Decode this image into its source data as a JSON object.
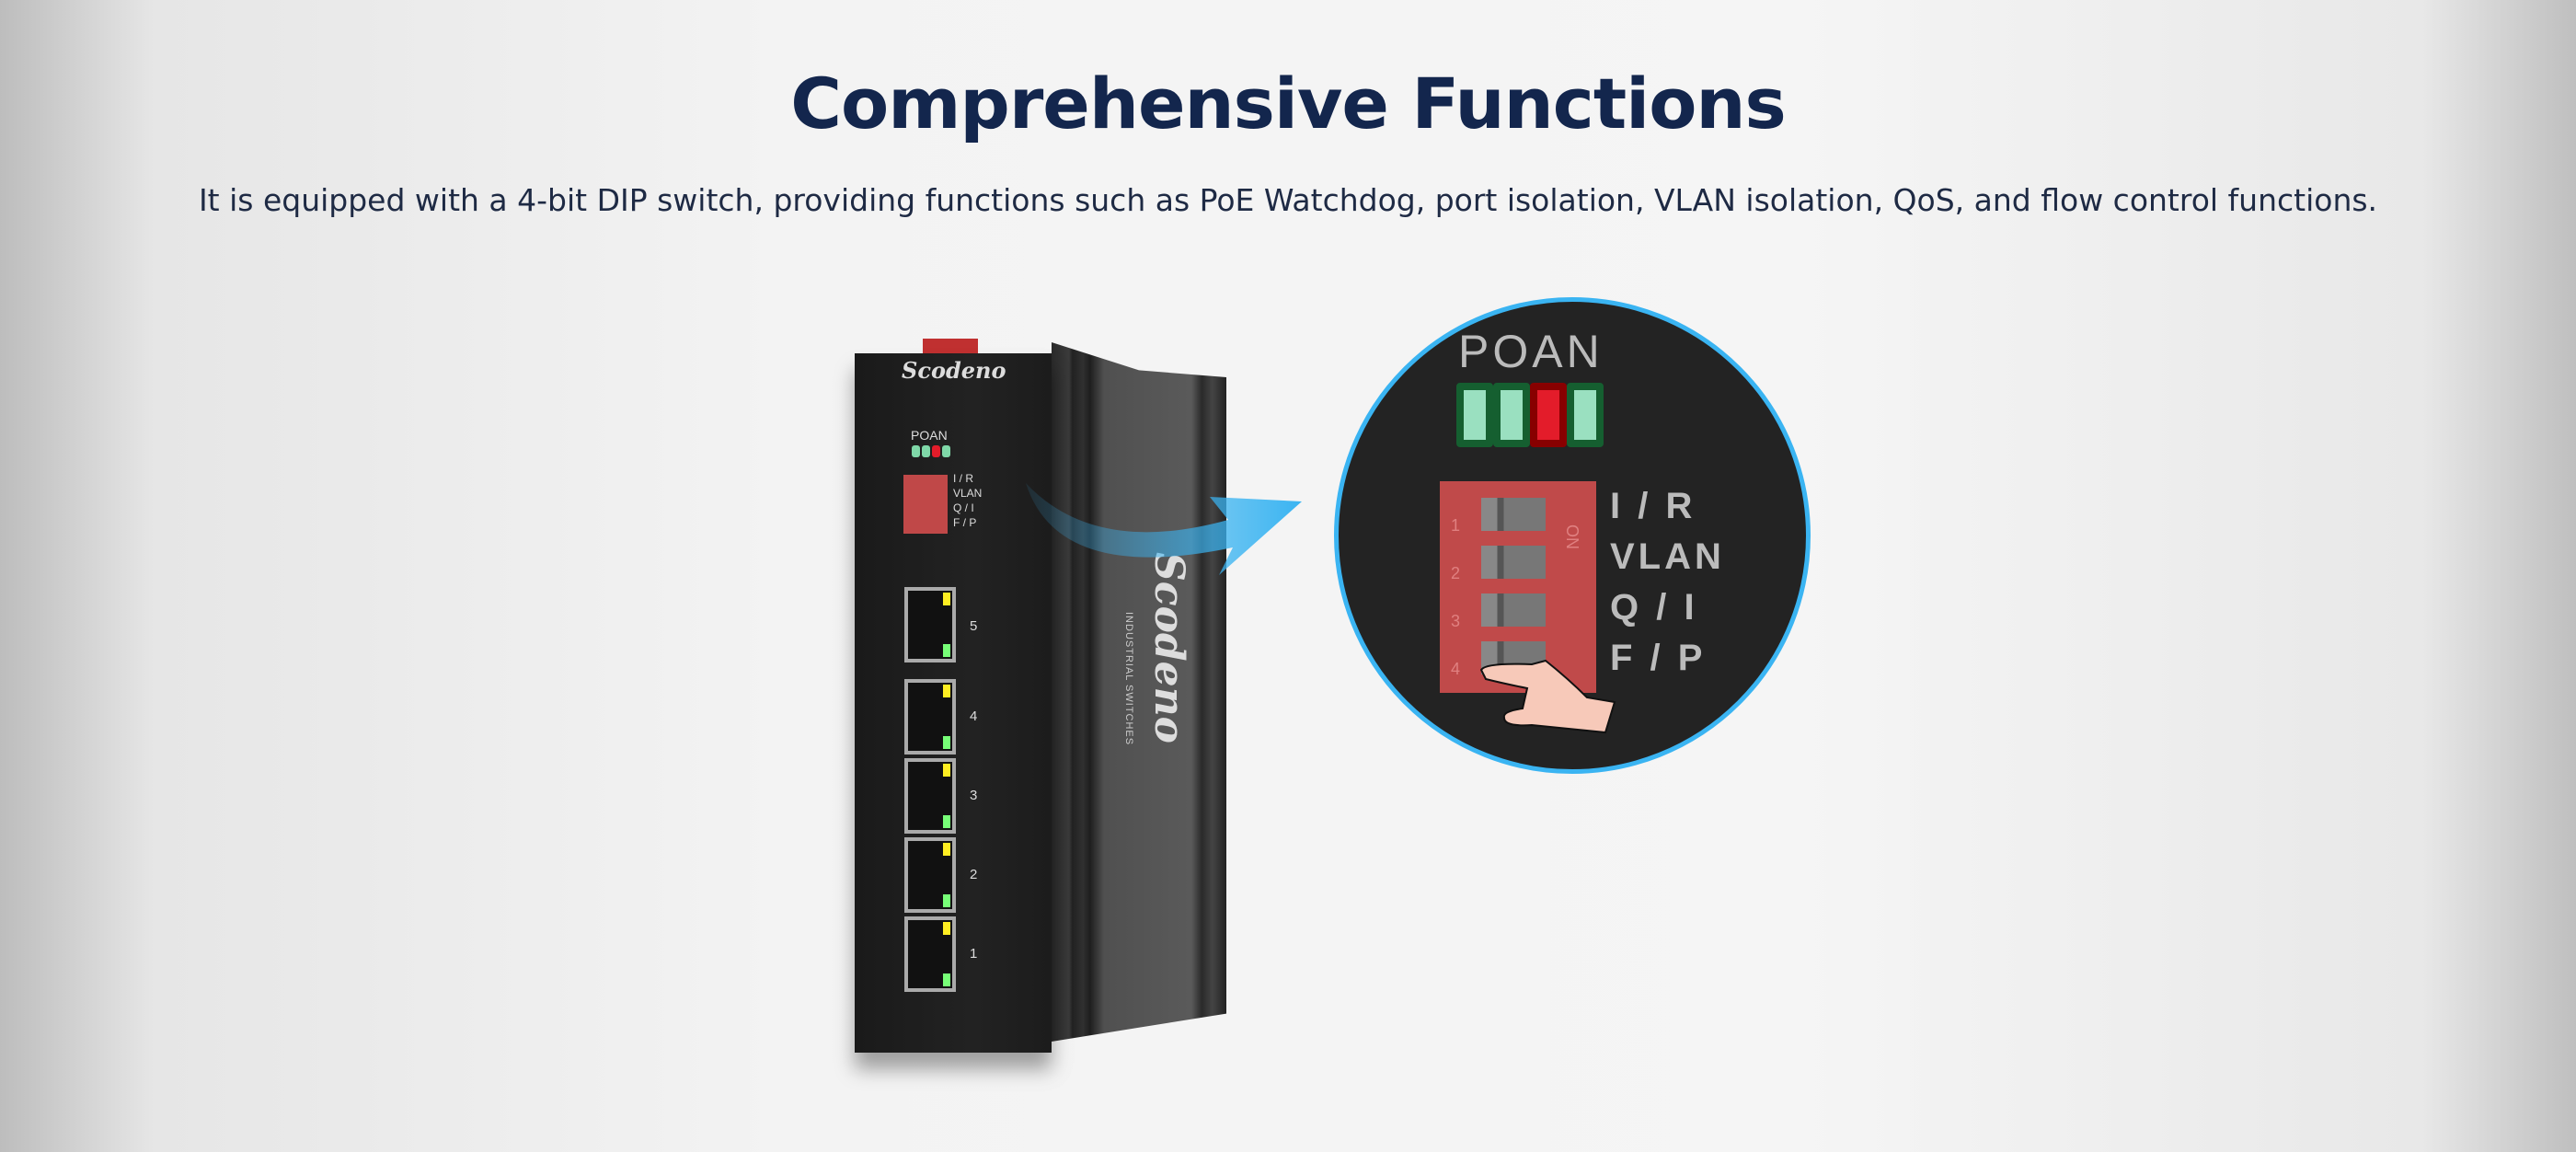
{
  "header": {
    "title": "Comprehensive Functions",
    "subtitle": "It is equipped with a 4-bit DIP switch, providing functions such as PoE Watchdog, port isolation, VLAN isolation, QoS, and flow control functions."
  },
  "device": {
    "brand": "Scodeno",
    "side_text": "INDUSTRIAL SWITCHES",
    "led_label": "POAN",
    "dip_labels": [
      "I / R",
      "VLAN",
      "Q / I",
      "F / P"
    ],
    "ports": [
      "5",
      "4",
      "3",
      "2",
      "1"
    ]
  },
  "zoom_view": {
    "led_label": "POAN",
    "dip_labels": [
      "I / R",
      "VLAN",
      "Q / I",
      "F / P"
    ],
    "dip_numbers": [
      "1",
      "2",
      "3",
      "4"
    ],
    "on_label": "ON"
  },
  "colors": {
    "title": "#13264d",
    "circle_border": "#3ab4f2",
    "dip": "#c04a4a",
    "led_green": "#9ae0c0",
    "led_red": "#e31c2a"
  }
}
